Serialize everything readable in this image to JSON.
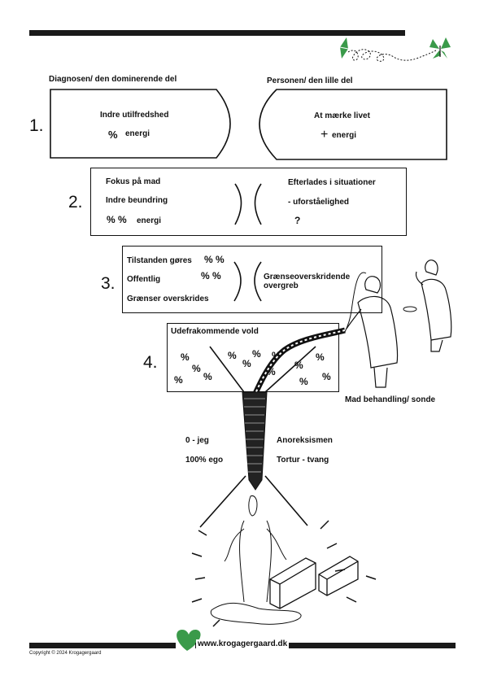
{
  "header": {
    "left_title": "Diagnosen/ den dominerende del",
    "right_title": "Personen/ den lille del"
  },
  "row1": {
    "number": "1.",
    "left_text": "Indre utilfredshed",
    "left_energy_symbol": "%",
    "left_energy": "energi",
    "right_text": "At mærke livet",
    "right_energy_symbol": "+",
    "right_energy": "energi"
  },
  "row2": {
    "number": "2.",
    "left_line1": "Fokus på mad",
    "left_line2": "Indre beundring",
    "left_energy_symbol": "% %",
    "left_energy": "energi",
    "right_line1": "Efterlades i situationer",
    "right_line2": "- uforståelighed",
    "right_line3": "?"
  },
  "row3": {
    "number": "3.",
    "left_line1": "Tilstanden gøres",
    "left_line2": "Offentlig",
    "left_line3": "Grænser overskrides",
    "symbol1": "% %",
    "symbol2": "% %",
    "right_line1": "Grænseoverskridende",
    "right_line2": "overgreb"
  },
  "row4": {
    "number": "4.",
    "title": "Udefrakommende vold",
    "symbol": "%"
  },
  "caption_feeding": "Mad behandling/ sonde",
  "funnel": {
    "left_line1": "0 - jeg",
    "left_line2": "100% ego",
    "right_line1": "Anoreksismen",
    "right_line2": "Tortur - tvang"
  },
  "footer": {
    "url": "www.krogagergaard.dk",
    "copyright": "Copyright © 2024 Krogagergaard"
  },
  "colors": {
    "accent_green": "#3a9a4a",
    "ink": "#111111"
  },
  "icons": [
    "butterfly-icon",
    "heart-icon",
    "leaf-icon"
  ]
}
